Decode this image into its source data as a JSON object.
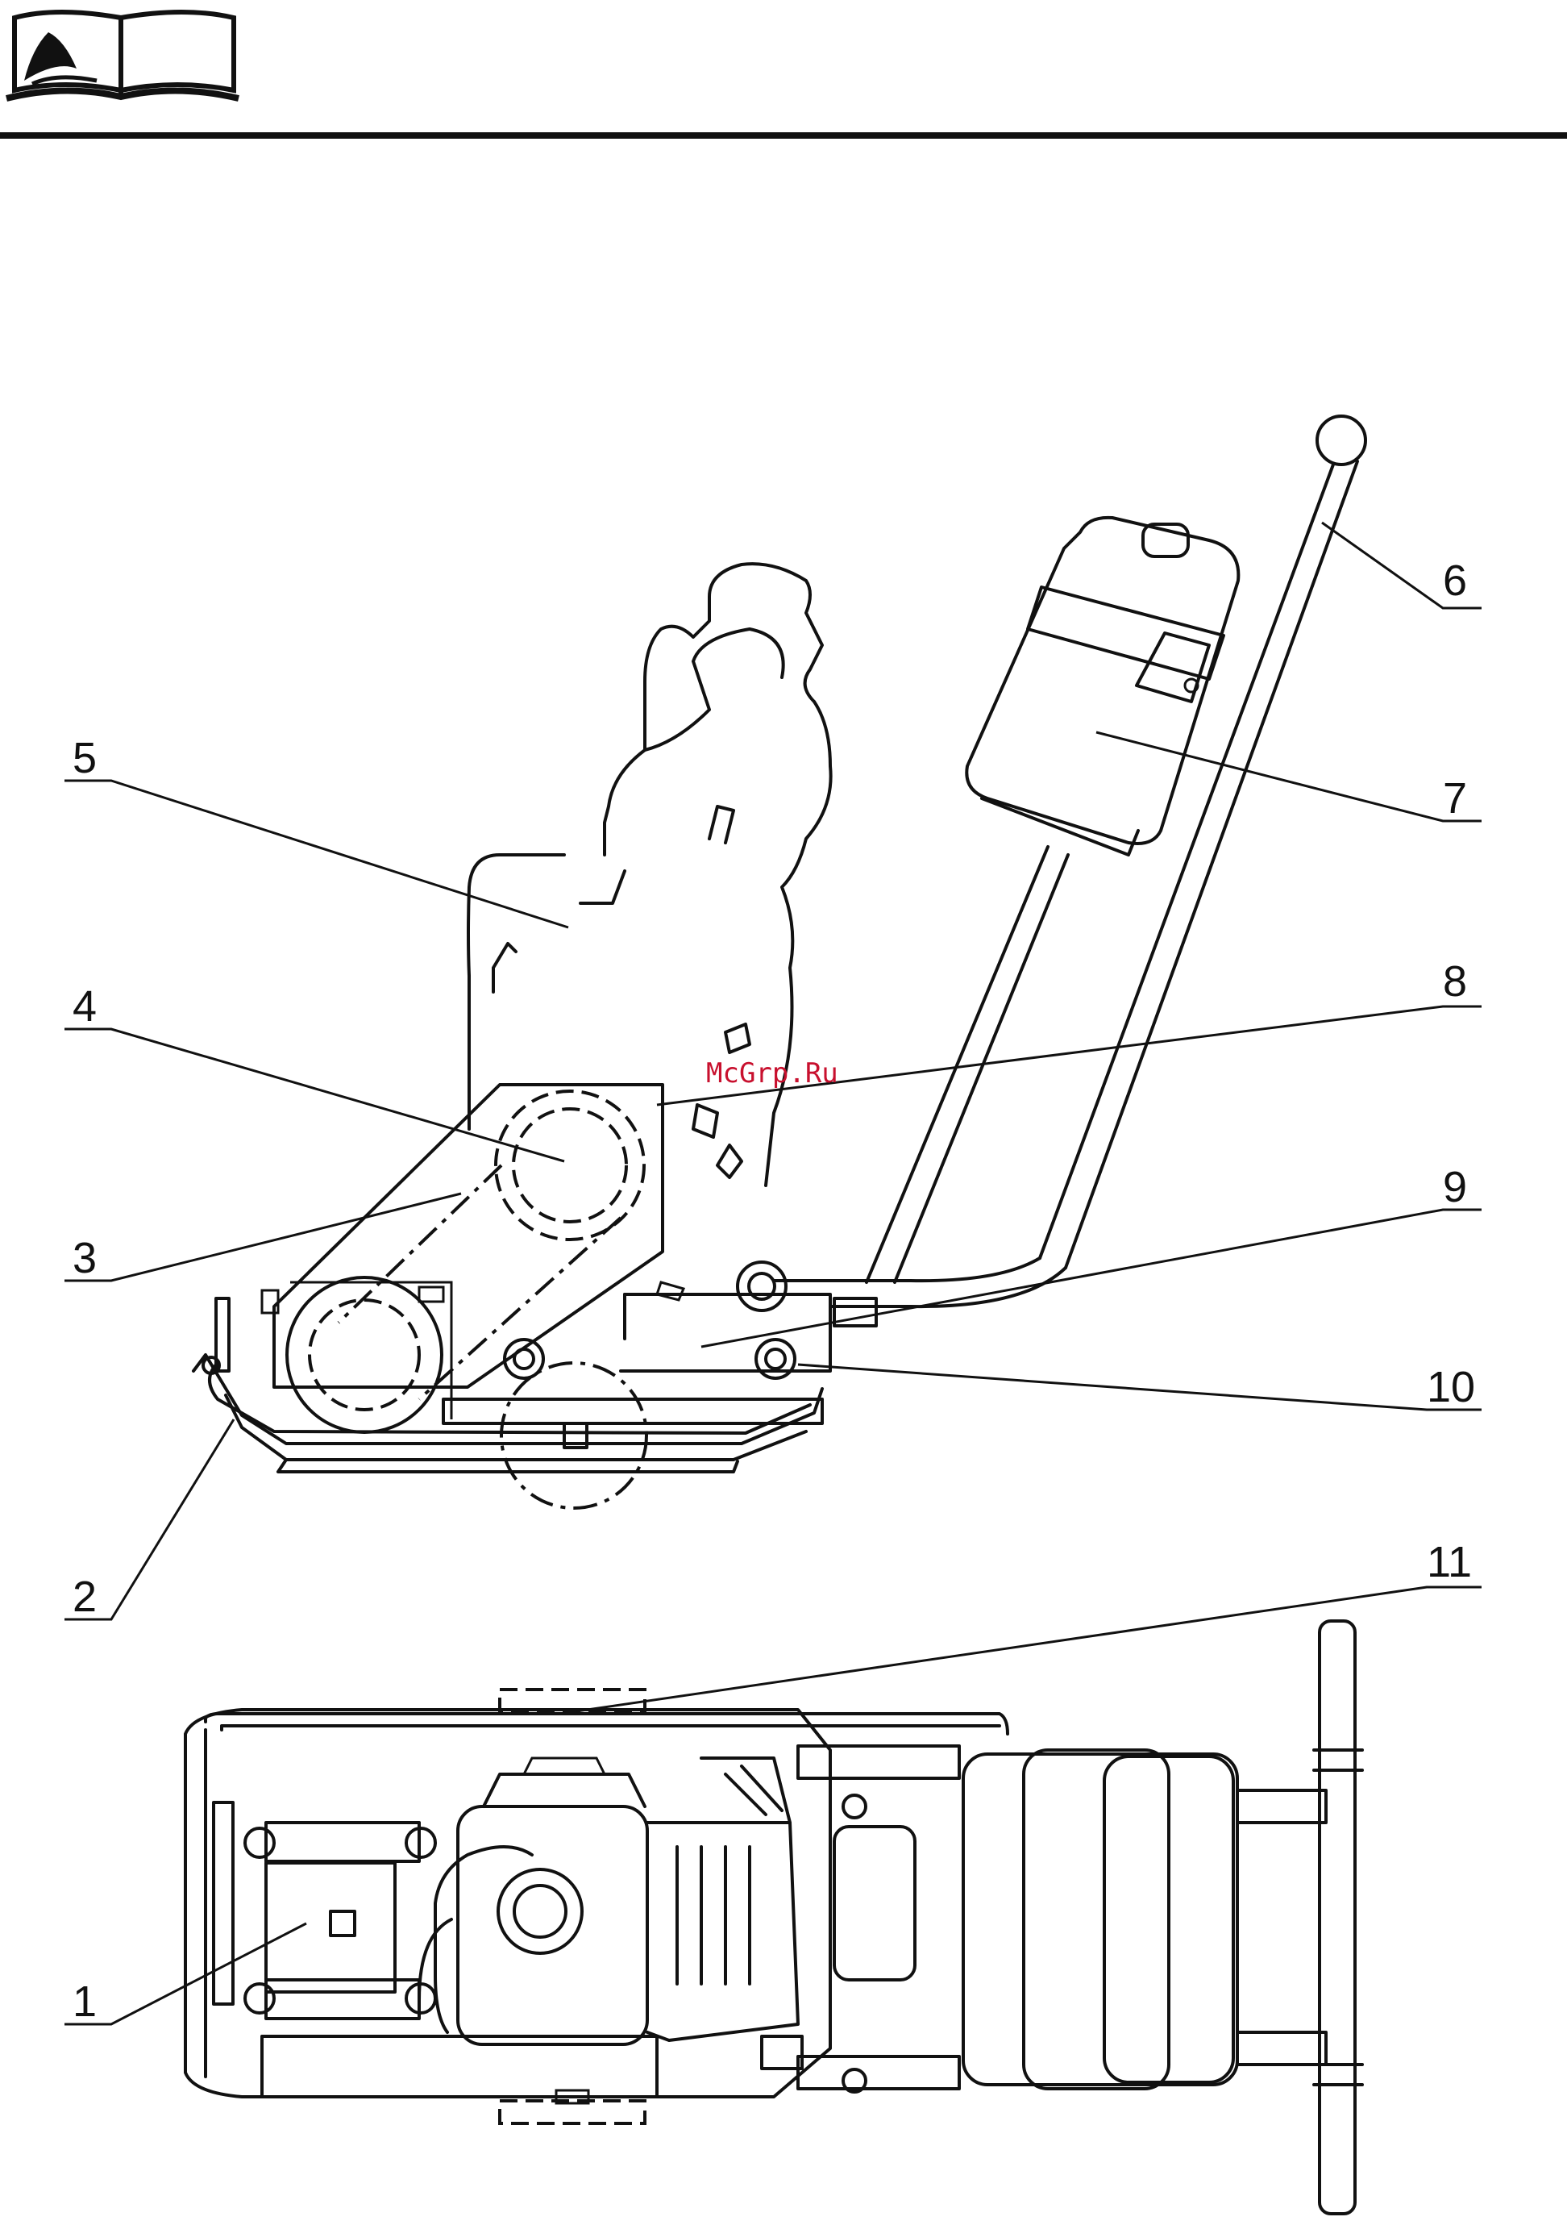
{
  "watermark": "McGrp.Ru",
  "callouts": [
    "1",
    "2",
    "3",
    "4",
    "5",
    "6",
    "7",
    "8",
    "9",
    "10",
    "11"
  ],
  "icons": {
    "header": "open-book-icon"
  }
}
